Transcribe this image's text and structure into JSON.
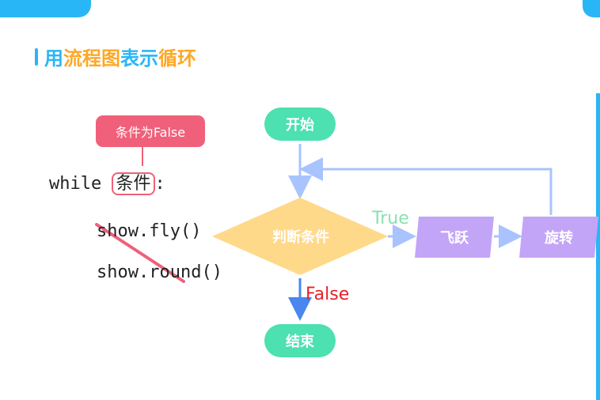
{
  "title": {
    "parts": [
      {
        "text": "用",
        "color": "#29b6f6"
      },
      {
        "text": "流程图",
        "color": "#ffa726"
      },
      {
        "text": "表示",
        "color": "#29b6f6"
      },
      {
        "text": "循环",
        "color": "#ffa726"
      }
    ]
  },
  "code": {
    "while_kw": "while ",
    "condition": "条件",
    "colon": ":",
    "line2": "show.fly()",
    "line3": "show.round()"
  },
  "callout": "条件为False",
  "flow": {
    "start": "开始",
    "decision": "判断条件",
    "action1": "飞跃",
    "action2": "旋转",
    "end": "结束",
    "true_label": "True",
    "false_label": "False"
  },
  "colors": {
    "accent_blue": "#29b6f6",
    "accent_orange": "#ffa726",
    "pink": "#f0607a",
    "green": "#4de0b0",
    "purple": "#c3a5f7",
    "diamond": "#ffd98a",
    "arrow": "#a9c3ff",
    "false_arrow": "#4a86f0"
  }
}
